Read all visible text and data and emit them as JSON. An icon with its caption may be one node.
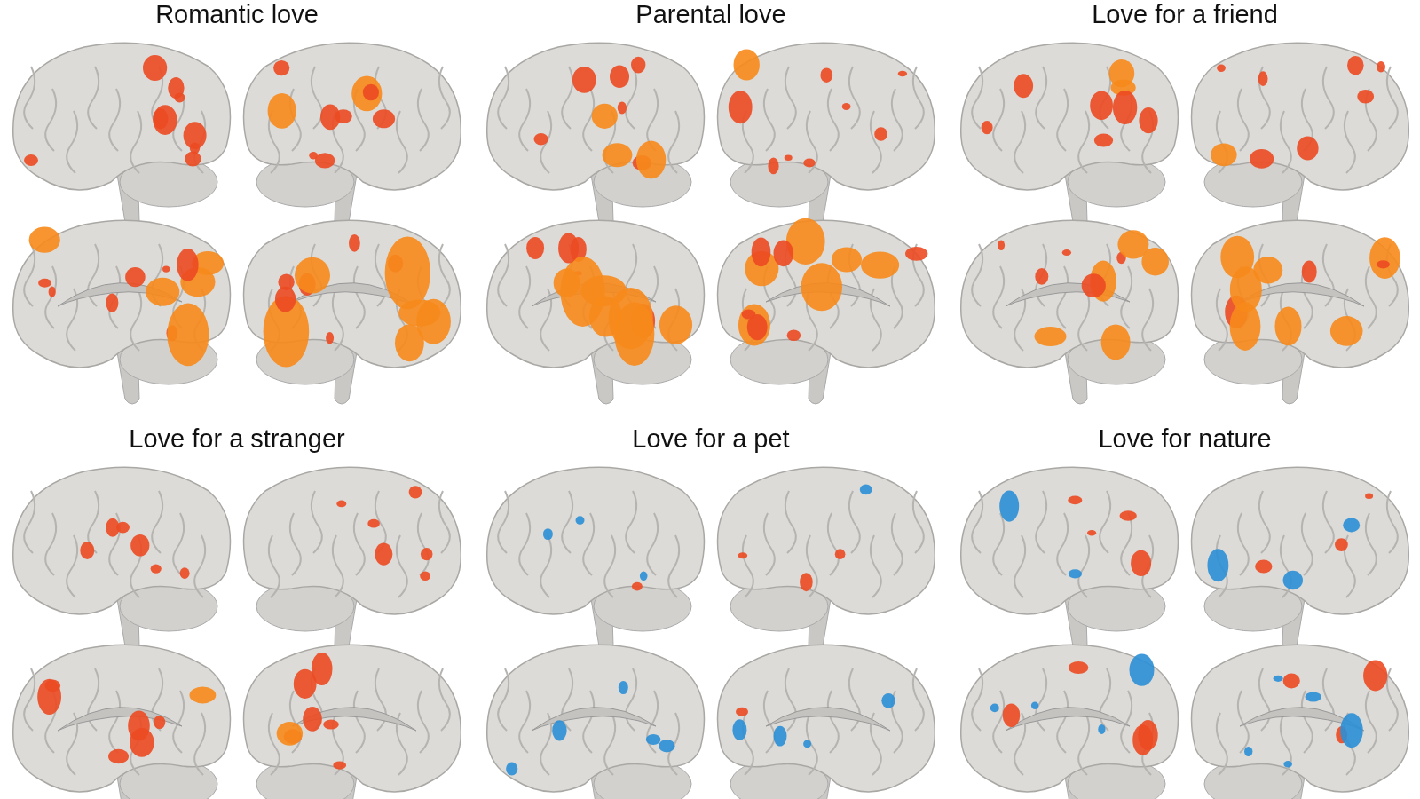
{
  "diagram": {
    "labels": [
      "Romantic love",
      "Parental love",
      "Love for a friend",
      "Love for a stranger",
      "Love for a pet",
      "Love for nature"
    ]
  }
}
